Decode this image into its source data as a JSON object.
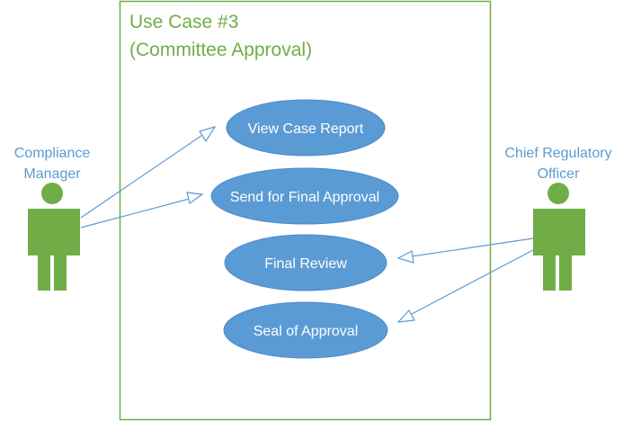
{
  "diagram": {
    "system": {
      "title_line1": "Use Case #3",
      "title_line2": "(Committee Approval)"
    },
    "actors": {
      "compliance_manager": {
        "label_line1": "Compliance",
        "label_line2": "Manager"
      },
      "chief_regulatory_officer": {
        "label_line1": "Chief Regulatory",
        "label_line2": "Officer"
      }
    },
    "use_cases": {
      "view_case_report": "View Case Report",
      "send_for_final_approval": "Send for Final Approval",
      "final_review": "Final Review",
      "seal_of_approval": "Seal of Approval"
    },
    "colors": {
      "system_border": "#70ad47",
      "title": "#70ad47",
      "actor_fill": "#70ad47",
      "actor_label": "#5b9bd5",
      "use_case_fill": "#5b9bd5",
      "use_case_text": "#ffffff",
      "association": "#5b9bd5"
    }
  }
}
